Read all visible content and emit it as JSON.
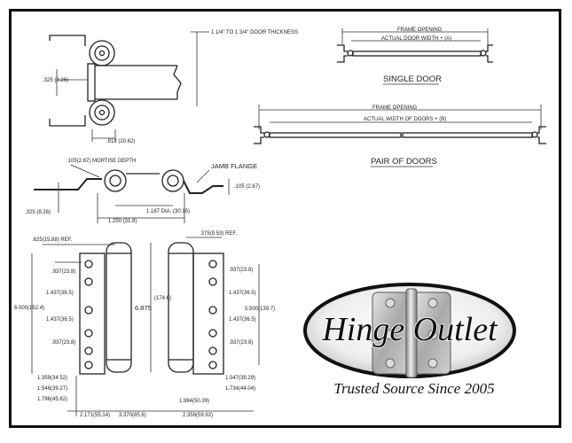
{
  "drawing": {
    "top_left": {
      "door_thickness": "1 1/4\" TO 1 3/4\" DOOR THICKNESS",
      "dim_325": ".325",
      "dim_325_mm": "(8.26)",
      "dim_812": ".812",
      "dim_812_mm": "(20.62)"
    },
    "single_door": {
      "frame_opening": "FRAME OPENING",
      "actual_width": "ACTUAL DOOR WIDTH + (A)",
      "caption": "SINGLE DOOR"
    },
    "pair_doors": {
      "frame_opening": "FRAME OPENING",
      "actual_width": "ACTUAL WIDTH OF DOORS + (B)",
      "caption": "PAIR OF DOORS"
    },
    "mid_left": {
      "mortise": ".105",
      "mortise_mm": "(2.67)",
      "mortise_label": "MORTISE DEPTH",
      "jamb_flange": "JAMB FLANGE",
      "dim_105": ".105",
      "dim_105_mm": "(2.67)",
      "dim_325": ".325",
      "dim_325_mm": "(8.26)",
      "dia_1187": "1.187 DIA.",
      "dia_1187_mm": "(30.15)",
      "dim_1250": "1.250",
      "dim_1250_mm": "(31.8)"
    },
    "bottom": {
      "ref_625": ".625",
      "ref_625_mm": "(15.88)",
      "ref_625_suffix": "REF.",
      "ref_375": ".375",
      "ref_375_mm": "(9.53)",
      "ref_375_suffix": "REF.",
      "dim_937_a": ".937",
      "dim_937_a_mm": "(23.8)",
      "dim_1437_a": "1.437",
      "dim_1437_a_mm": "(36.5)",
      "dim_6000": "6.000",
      "dim_6000_mm": "(152.4)",
      "dim_1437_b": "1.437",
      "dim_1437_b_mm": "(36.5)",
      "dim_937_b": ".937",
      "dim_937_b_mm": "(23.8)",
      "dim_6875": "6.875",
      "dim_6875_mm": "(174.6)",
      "r_937_a": ".937",
      "r_937_a_mm": "(23.8)",
      "r_1437_a": "1.437",
      "r_1437_a_mm": "(36.5)",
      "r_5500": "5.500",
      "r_5500_mm": "(139.7)",
      "r_1437_b": "1.437",
      "r_1437_b_mm": "(36.5)",
      "r_937_b": ".937",
      "r_937_b_mm": "(23.8)",
      "dim_1359": "1.359",
      "dim_1359_mm": "(34.52)",
      "dim_1546": "1.546",
      "dim_1546_mm": "(39.27)",
      "dim_1796": "1.796",
      "dim_1796_mm": "(45.62)",
      "dim_1547": "1.547",
      "dim_1547_mm": "(39.29)",
      "dim_1734": "1.734",
      "dim_1734_mm": "(44.04)",
      "dim_1984": "1.984",
      "dim_1984_mm": "(50.39)",
      "dim_2171": "2.171",
      "dim_2171_mm": "(55.14)",
      "dim_3370": "3.370",
      "dim_3370_mm": "(85.6)",
      "dim_2359": "2.359",
      "dim_2359_mm": "(59.92)"
    }
  },
  "brand": {
    "name": "Hinge Outlet",
    "tagline": "Trusted Source Since 2005"
  }
}
